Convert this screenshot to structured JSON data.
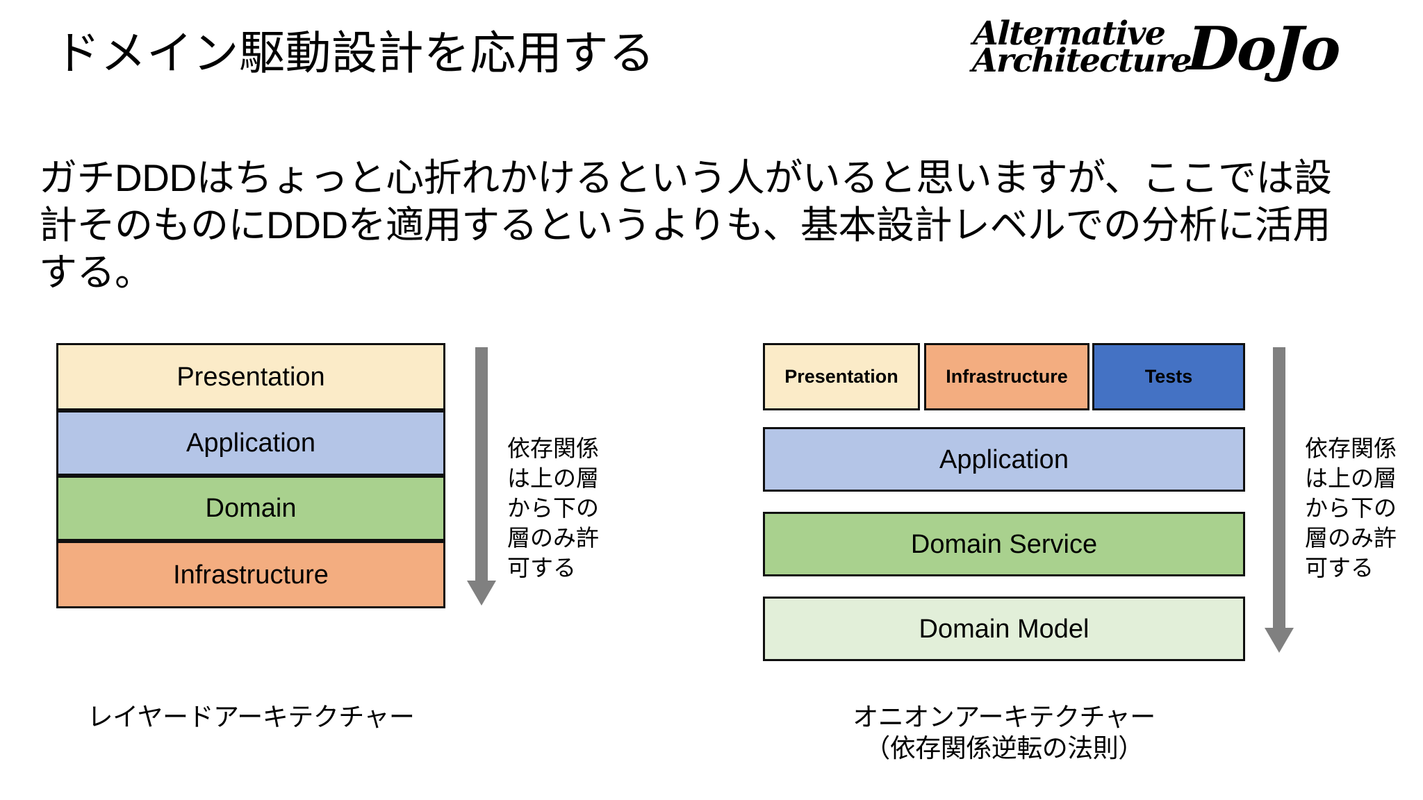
{
  "slide": {
    "title": "ドメイン駆動設計を応用する",
    "body_text": "ガチDDDはちょっと心折れかけるという人がいると思いますが、ここでは設計そのものにDDDを適用するというよりも、基本設計レベルでの分析に活用する。"
  },
  "logo": {
    "line1": "Alternative",
    "line2": "Architecture",
    "word": "DoJo"
  },
  "colors": {
    "cream": "#FBEBC8",
    "blue": "#B4C5E7",
    "green": "#A9D18E",
    "orange": "#F3AD80",
    "pale_green": "#E2EFD9",
    "dark_blue": "#4472C4",
    "border": "#0F0F0F",
    "arrow_gray": "#808080"
  },
  "layered_diagram": {
    "caption": "レイヤードアーキテクチャー",
    "layers": [
      {
        "label": "Presentation",
        "color": "#FBEBC8"
      },
      {
        "label": "Application",
        "color": "#B4C5E7"
      },
      {
        "label": "Domain",
        "color": "#A9D18E"
      },
      {
        "label": "Infrastructure",
        "color": "#F3AD80"
      }
    ],
    "dependency_note": "依存関係\nは上の層\nから下の\n層のみ許\n可する",
    "dependency_note_lines": [
      "依存関係",
      "は上の層",
      "から下の",
      "層のみ許",
      "可する"
    ],
    "arrow_icon": "down-arrow-icon"
  },
  "onion_diagram": {
    "caption_line1": "オニオンアーキテクチャー",
    "caption_line2": "（依存関係逆転の法則）",
    "top_row": [
      {
        "label": "Presentation",
        "color": "#FBEBC8"
      },
      {
        "label": "Infrastructure",
        "color": "#F3AD80"
      },
      {
        "label": "Tests",
        "color": "#4472C4"
      }
    ],
    "layers": [
      {
        "label": "Application",
        "color": "#B4C5E7"
      },
      {
        "label": "Domain Service",
        "color": "#A9D18E"
      },
      {
        "label": "Domain Model",
        "color": "#E2EFD9"
      }
    ],
    "dependency_note_lines": [
      "依存関係",
      "は上の層",
      "から下の",
      "層のみ許",
      "可する"
    ],
    "arrow_icon": "down-arrow-icon"
  }
}
